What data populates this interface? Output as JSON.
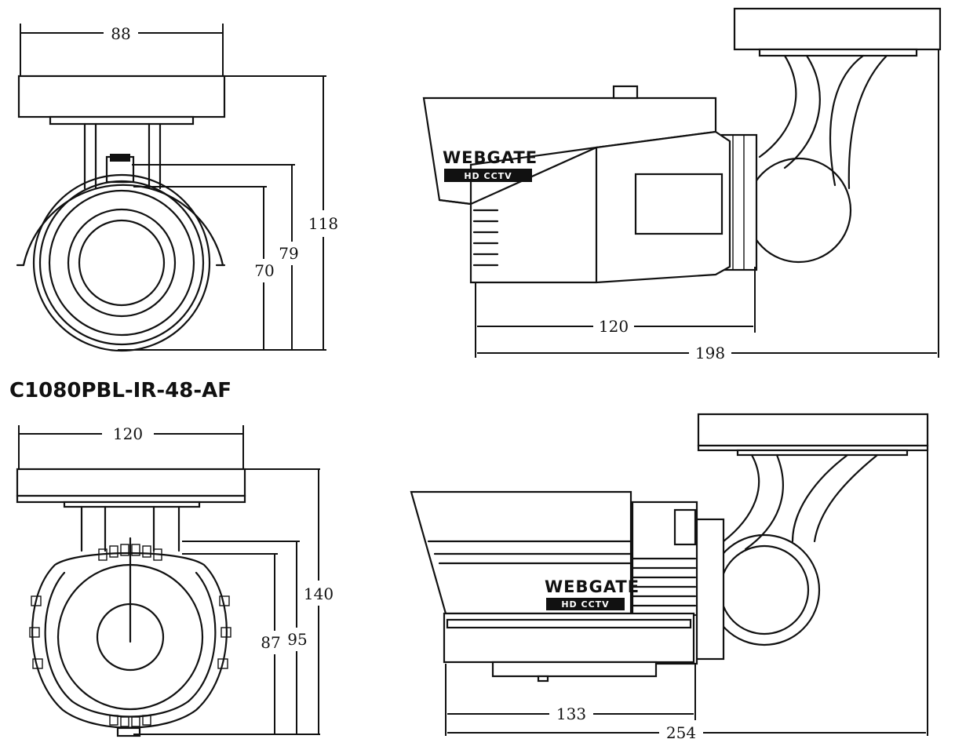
{
  "model_label": "C1080PBL-IR-48-AF",
  "brand": {
    "name": "WEBGATE",
    "sub": "HD CCTV"
  },
  "top_front": {
    "width": "88",
    "height_total": "118",
    "height_b": "79",
    "height_a": "70"
  },
  "top_side": {
    "body_length": "120",
    "total_length": "198"
  },
  "bottom_front": {
    "width": "120",
    "height_total": "140",
    "height_b": "95",
    "height_a": "87"
  },
  "bottom_side": {
    "body_length": "133",
    "total_length": "254"
  }
}
